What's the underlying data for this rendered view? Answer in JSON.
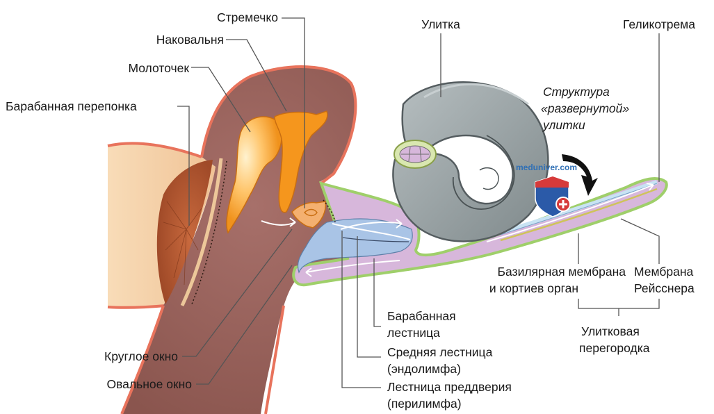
{
  "labels": {
    "stapes": "Стремечко",
    "incus": "Наковальня",
    "malleus": "Молоточек",
    "eardrum": "Барабанная перепонка",
    "cochlea": "Улитка",
    "helicotrema": "Геликотрема",
    "unrolled_line1": "Структура",
    "unrolled_line2": "«развернутой»",
    "unrolled_line3": "улитки",
    "basilar_line1": "Базилярная мембрана",
    "basilar_line2": "и кортиев орган",
    "reissner_line1": "Мембрана",
    "reissner_line2": "Рейсснера",
    "cochlear_partition_line1": "Улитковая",
    "cochlear_partition_line2": "перегородка",
    "scala_tympani_line1": "Барабанная",
    "scala_tympani_line2": "лестница",
    "scala_media_line1": "Средняя лестница",
    "scala_media_line2": "(эндолимфа)",
    "scala_vestibuli_line1": "Лестница преддверия",
    "scala_vestibuli_line2": "(перилимфа)",
    "round_window": "Круглое окно",
    "oval_window": "Овальное окно"
  },
  "watermark": {
    "text": "meduniver.com"
  },
  "colors": {
    "bone": "#9a6358",
    "bone_outline": "#e8735c",
    "ear_canal": "#f6d3a8",
    "ossicle": "#f5961d",
    "malleus_highlight": "#ffd08a",
    "cochlea_gray": "#9aa3a5",
    "scala_vestibuli": "#d7b7db",
    "scala_media": "#a9c4e6",
    "outline_green": "#9fcf6a",
    "arrow": "#000000",
    "leader": "#555555"
  }
}
